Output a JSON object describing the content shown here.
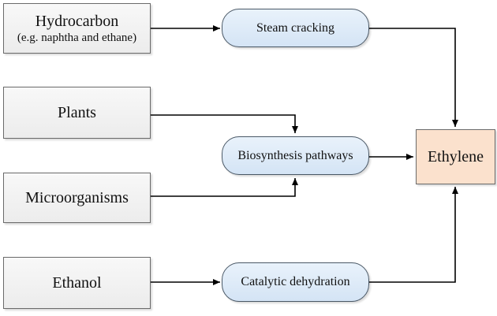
{
  "sources": {
    "hydrocarbon": {
      "label": "Hydrocarbon",
      "note": "(e.g. naphtha and ethane)"
    },
    "plants": {
      "label": "Plants"
    },
    "microorganisms": {
      "label": "Microorganisms"
    },
    "ethanol": {
      "label": "Ethanol"
    }
  },
  "processes": {
    "steam_cracking": {
      "label": "Steam cracking"
    },
    "biosynthesis": {
      "label": "Biosynthesis pathways"
    },
    "catalytic_dehydration": {
      "label": "Catalytic dehydration"
    }
  },
  "product": {
    "label": "Ethylene"
  },
  "colors": {
    "source_fill": "#ececec",
    "process_fill": "#d4e4f5",
    "product_fill": "#fbe1cd",
    "line": "#000000"
  }
}
